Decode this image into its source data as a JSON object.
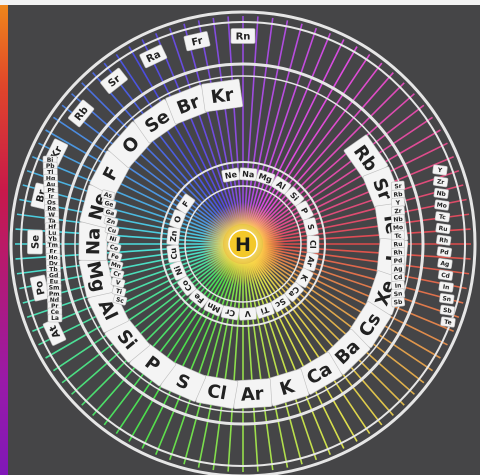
{
  "colors": {
    "background": "#454547",
    "ring": "#e6e6e6",
    "tile": "#f4f4f4",
    "tile_text": "#222222",
    "hub": "#f3c82a",
    "hub_text": "#1a1a1a"
  },
  "hub": {
    "symbol": "H"
  },
  "outer_ring": [
    "Rn",
    "Fr",
    "Ra",
    "Sr",
    "Rb",
    "Kr",
    "Br",
    "Se",
    "Po",
    "At"
  ],
  "large_ring": [
    "Rb",
    "Sr",
    "Te",
    "I",
    "Xe",
    "Cs",
    "Ba",
    "Ca",
    "K",
    "Ar",
    "Cl",
    "S",
    "P",
    "Si",
    "Al",
    "Mg",
    "Na",
    "Ne",
    "F",
    "O",
    "Se",
    "Br",
    "Kr"
  ],
  "inner_ring": [
    "Ne",
    "Na",
    "Mg",
    "Al",
    "Si",
    "P",
    "S",
    "Cl",
    "Ar",
    "K",
    "Ca",
    "Sc",
    "Ti",
    "V",
    "Cr",
    "Mn",
    "Fe",
    "Co",
    "Ni",
    "Cu",
    "Zn",
    "O",
    "F"
  ],
  "left_stack": [
    "Bi",
    "Pb",
    "Tl",
    "Hg",
    "Au",
    "Pt",
    "Ir",
    "Os",
    "Re",
    "W",
    "Ta",
    "Hf",
    "Lu",
    "Yb",
    "Tm",
    "Er",
    "Ho",
    "Dy",
    "Tb",
    "Gd",
    "Eu",
    "Sm",
    "Pm",
    "Nd",
    "Pr",
    "Ce",
    "La"
  ],
  "left_mid": [
    "As",
    "Ge",
    "Ga",
    "Zn",
    "Cu",
    "Ni",
    "Co",
    "Fe",
    "Mn",
    "Cr",
    "V",
    "Ti",
    "Sc"
  ],
  "right_stack": [
    "Y",
    "Zr",
    "Nb",
    "Mo",
    "Tc",
    "Ru",
    "Rh",
    "Pd",
    "Ag",
    "Cd",
    "In",
    "Sn",
    "Sb",
    "Te"
  ],
  "right_mid": [
    "Sr",
    "Rb",
    "Y",
    "Zr",
    "Nb",
    "Mo",
    "Tc",
    "Ru",
    "Rh",
    "Pd",
    "Ag",
    "Cd",
    "In",
    "Sn",
    "Sb"
  ]
}
